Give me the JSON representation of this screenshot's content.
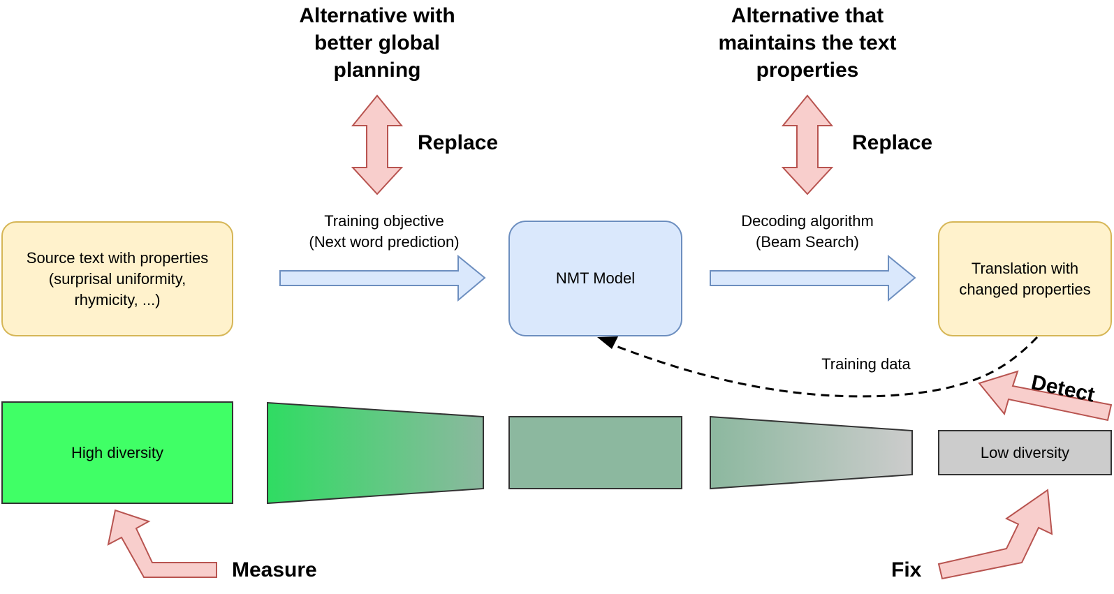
{
  "top": {
    "alt_planning": "Alternative with\nbetter global\nplanning",
    "alt_properties": "Alternative that\nmaintains the text\nproperties",
    "replace_left": "Replace",
    "replace_right": "Replace"
  },
  "middle": {
    "source_text": "Source text with properties\n(surprisal uniformity,\nrhymicity, ...)",
    "training_objective": "Training objective\n(Next word prediction)",
    "nmt_model": "NMT Model",
    "decoding_algorithm": "Decoding algorithm\n(Beam Search)",
    "translation": "Translation with\nchanged properties",
    "training_data": "Training data"
  },
  "bottom": {
    "high_diversity": "High diversity",
    "low_diversity": "Low diversity",
    "measure": "Measure",
    "fix": "Fix",
    "detect": "Detect"
  },
  "colors": {
    "yellow_fill": "#fff2cc",
    "yellow_stroke": "#d6b656",
    "blue_fill": "#dae8fc",
    "blue_stroke": "#6c8ebf",
    "red_fill": "#f8cecc",
    "red_stroke": "#b85450",
    "green_bright": "#40ff66",
    "green_mid": "#8cb89f",
    "grey": "#cccccc"
  }
}
